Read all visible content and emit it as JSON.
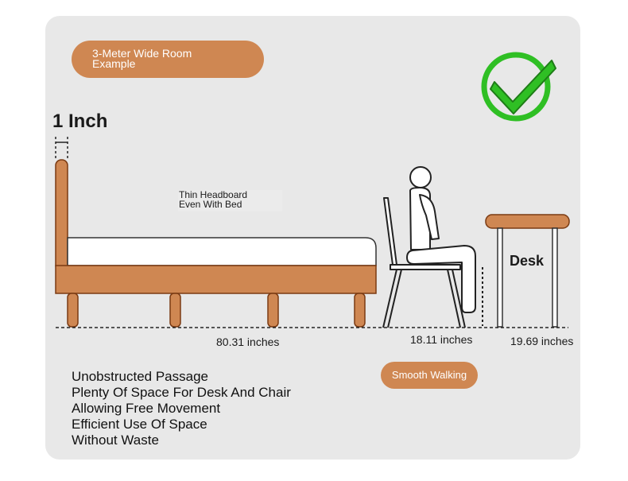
{
  "room_badge": {
    "label": "3-Meter Wide Room\nExample"
  },
  "headboard": {
    "thickness_label": "1 Inch",
    "note": "Thin Headboard\nEven With Bed"
  },
  "dimensions": {
    "bed": "80.31 inches",
    "chair_space": "18.11 inches",
    "desk_space": "19.69 inches"
  },
  "desk": {
    "label": "Desk"
  },
  "walk_badge": {
    "label": "Smooth Walking"
  },
  "features": [
    "Unobstructed Passage",
    "Plenty Of Space For Desk And Chair",
    "Allowing Free Movement",
    "Efficient Use Of Space",
    "Without Waste"
  ],
  "colors": {
    "wood": "#cf8752",
    "wood_outline": "#7a3a12",
    "check": "#2fbf24",
    "card": "#e8e8e8"
  },
  "icons": {
    "approval": "checkmark-circle-icon"
  }
}
